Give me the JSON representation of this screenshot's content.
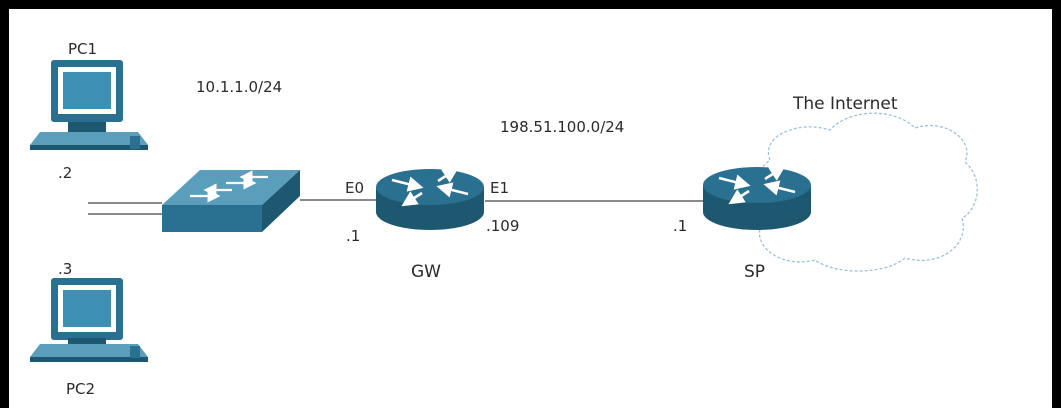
{
  "devices": {
    "pc1": {
      "label": "PC1",
      "address": ".2"
    },
    "pc2": {
      "label": "PC2",
      "address": ".3"
    },
    "gw": {
      "label": "GW",
      "if_lan": "E0",
      "if_wan": "E1",
      "addr_lan": ".1",
      "addr_wan": ".109"
    },
    "sp": {
      "label": "SP",
      "addr": ".1"
    }
  },
  "networks": {
    "lan": "10.1.1.0/24",
    "wan": "198.51.100.0/24",
    "internet": "The Internet"
  },
  "colors": {
    "device_front": "#2a7090",
    "device_top": "#5a9ebc",
    "device_dark": "#1e5870",
    "line": "#444444",
    "cloud": "#9fc3d6"
  },
  "icons": {
    "pc": "computer-icon",
    "switch": "switch-icon",
    "router": "router-icon",
    "cloud": "cloud-icon"
  }
}
